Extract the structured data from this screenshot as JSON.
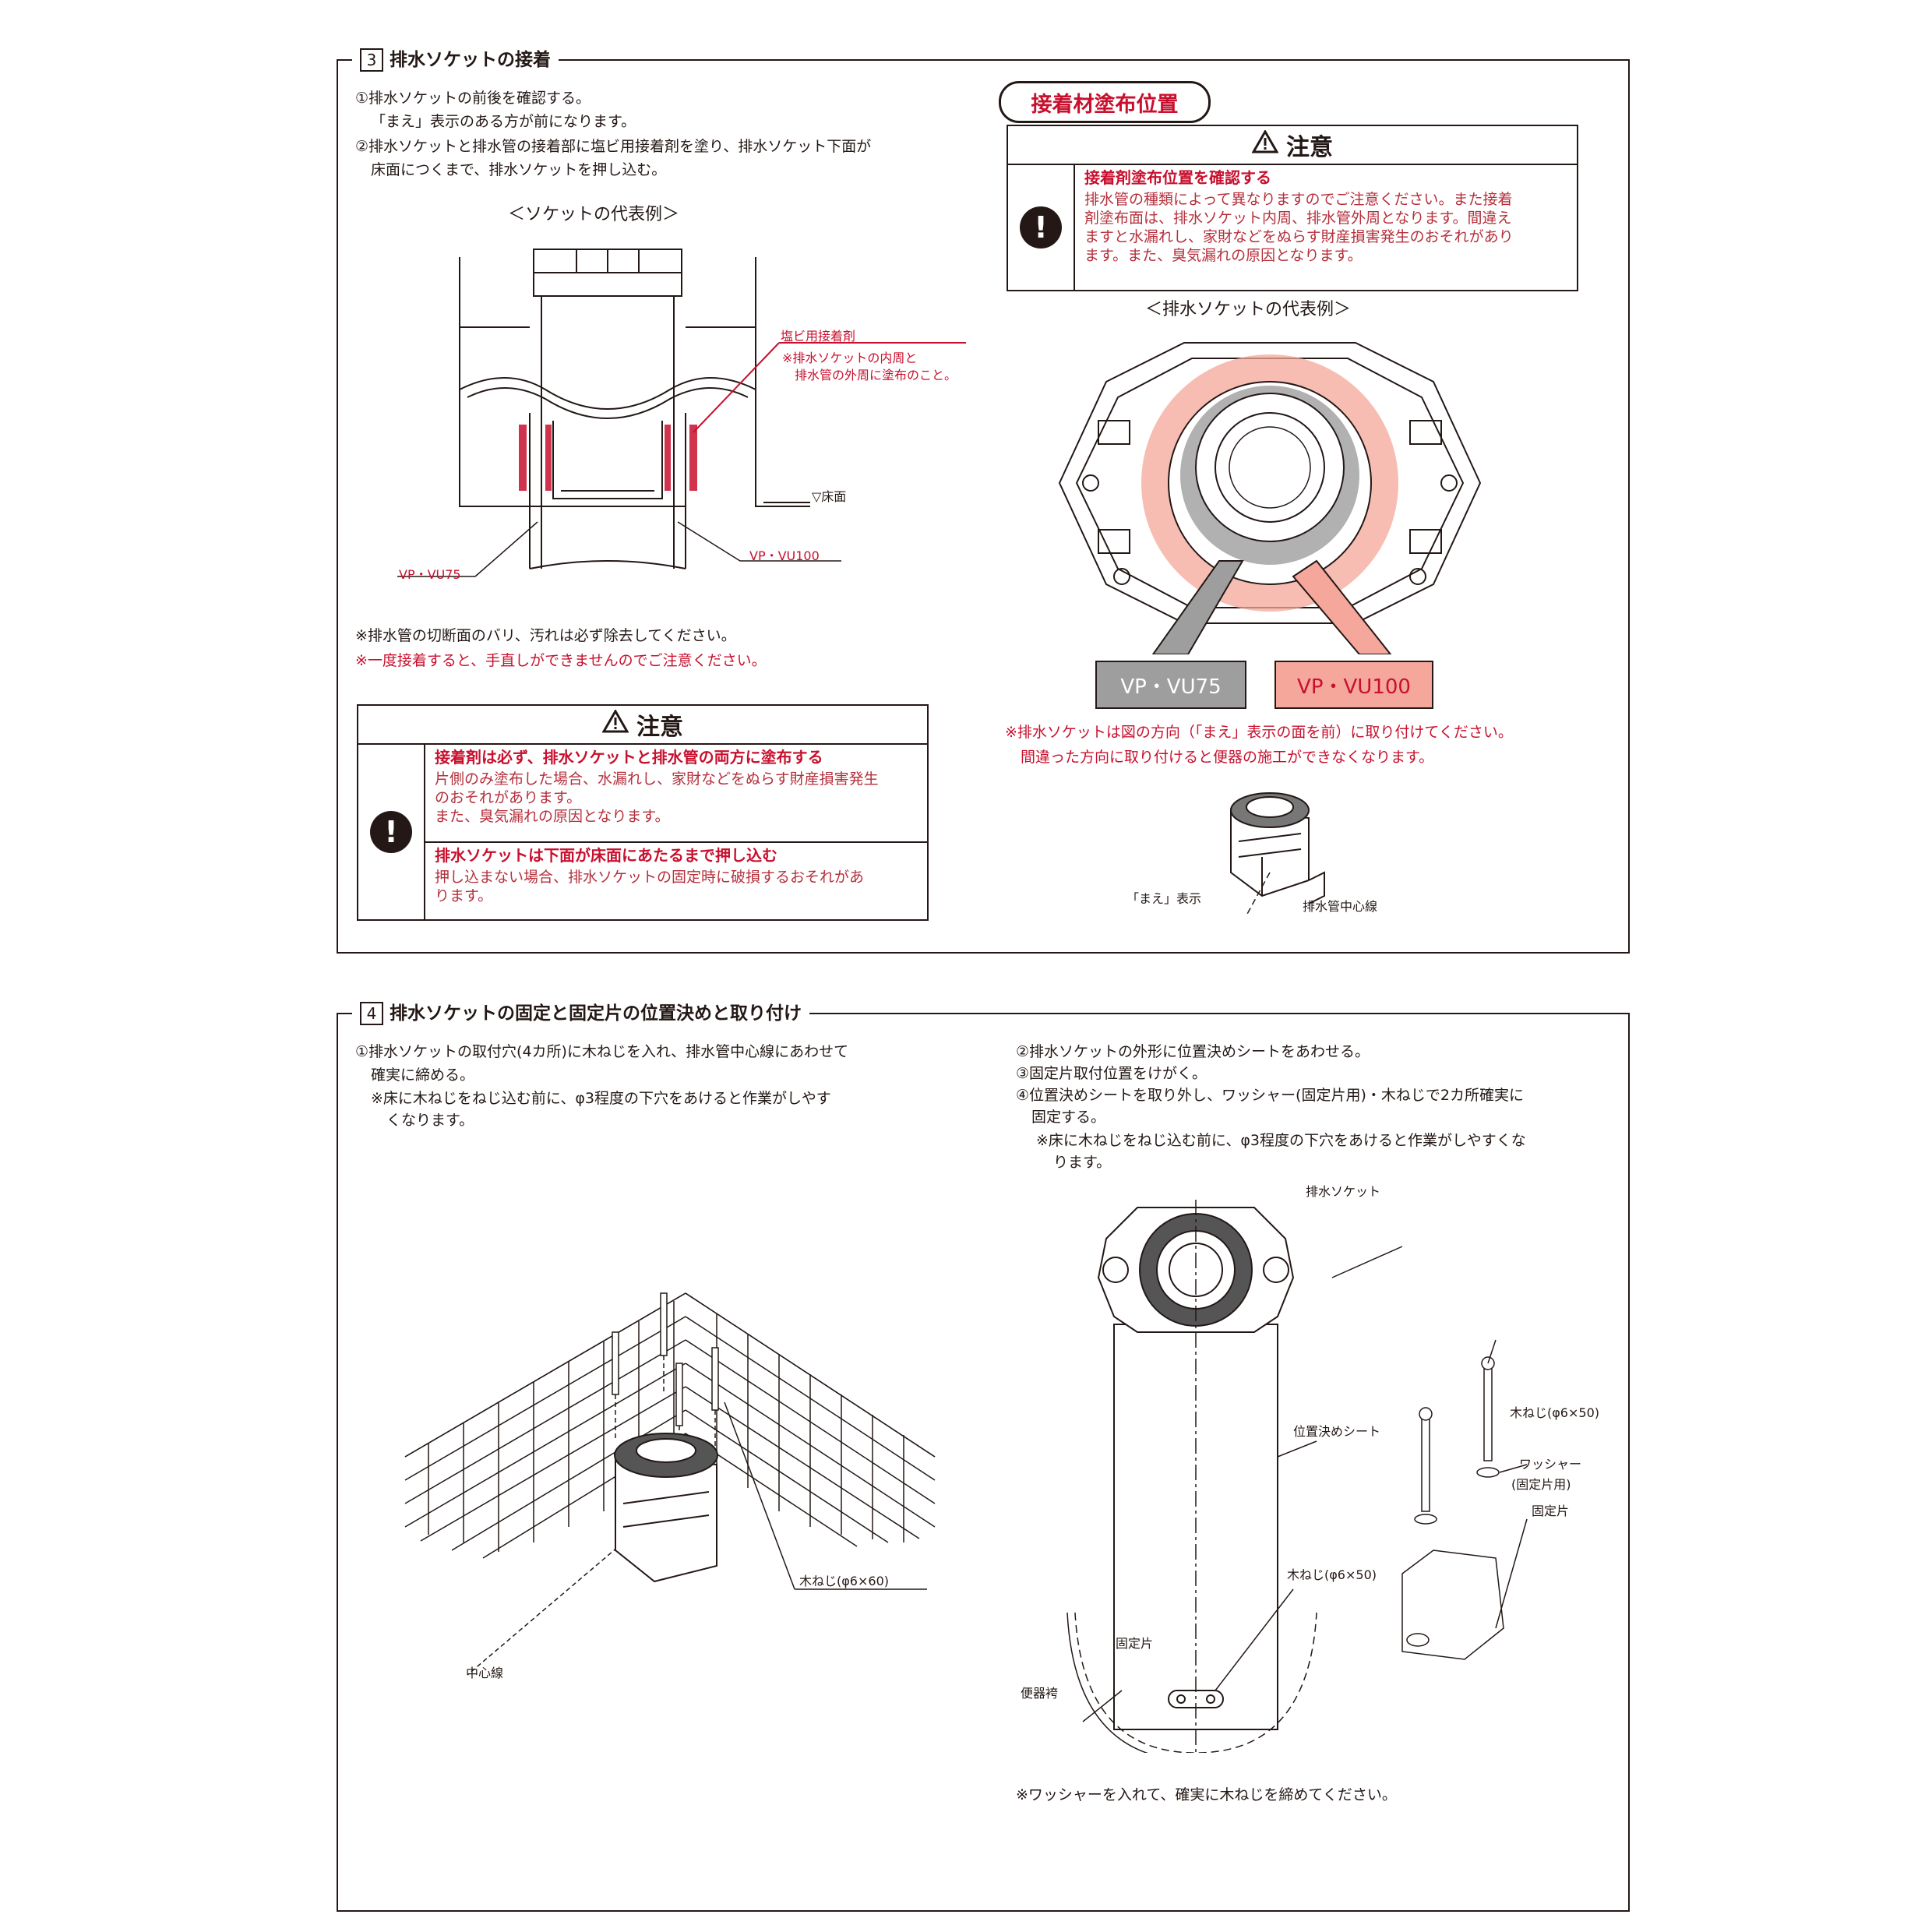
{
  "section3": {
    "num": "3",
    "title": "排水ソケットの接着",
    "steps": [
      "①排水ソケットの前後を確認する。",
      "「まえ」表示のある方が前になります。",
      "②排水ソケットと排水管の接着部に塩ビ用接着剤を塗り、排水ソケット下面が",
      "床面につくまで、排水ソケットを押し込む。"
    ],
    "fig1_caption": "＜ソケットの代表例＞",
    "fig1_labels": {
      "adhesive": "塩ビ用接着剤",
      "adhesive_note1": "※排水ソケットの内周と",
      "adhesive_note2": "排水管の外周に塗布のこと。",
      "floor": "▽床面",
      "vp75": "VP・VU75",
      "vp100": "VP・VU100"
    },
    "note1": "※排水管の切断面のバリ、汚れは必ず除去してください。",
    "note2": "※一度接着すると、手直しができませんのでご注意ください。",
    "caution": {
      "heading": "注意",
      "items": [
        {
          "title": "接着剤は必ず、排水ソケットと排水管の両方に塗布する",
          "desc": "片側のみ塗布した場合、水漏れし、家財などをぬらす財産損害発生\nのおそれがあります。\nまた、臭気漏れの原因となります。"
        },
        {
          "title": "排水ソケットは下面が床面にあたるまで押し込む",
          "desc": "押し込まない場合、排水ソケットの固定時に破損するおそれがあ\nります。"
        }
      ]
    },
    "right": {
      "pill": "接着材塗布位置",
      "caution": {
        "heading": "注意",
        "title": "接着剤塗布位置を確認する",
        "desc": "排水管の種類によって異なりますのでご注意ください。また接着\n剤塗布面は、排水ソケット内周、排水管外周となります。間違え\nますと水漏れし、家財などをぬらす財産損害発生のおそれがあり\nます。また、臭気漏れの原因となります。"
      },
      "fig2_caption": "＜排水ソケットの代表例＞",
      "tag75": "VP・VU75",
      "tag100": "VP・VU100",
      "note1": "※排水ソケットは図の方向（「まえ」表示の面を前）に取り付けてください。",
      "note2": "間違った方向に取り付けると便器の施工ができなくなります。",
      "label_mae": "「まえ」表示",
      "label_center": "排水管中心線"
    }
  },
  "section4": {
    "num": "4",
    "title": "排水ソケットの固定と固定片の位置決めと取り付け",
    "left_steps": [
      "①排水ソケットの取付穴(4カ所)に木ねじを入れ、排水管中心線にあわせて",
      "確実に締める。",
      "※床に木ねじをねじ込む前に、φ3程度の下穴をあけると作業がしやす",
      "くなります。"
    ],
    "left_labels": {
      "screw": "木ねじ(φ6×60)",
      "center": "中心線"
    },
    "right_steps": [
      "②排水ソケットの外形に位置決めシートをあわせる。",
      "③固定片取付位置をけがく。",
      "④位置決めシートを取り外し、ワッシャー(固定片用)・木ねじで2カ所確実に",
      "固定する。",
      "※床に木ねじをねじ込む前に、φ3程度の下穴をあけると作業がしやすくな",
      "ります。"
    ],
    "right_labels": {
      "socket": "排水ソケット",
      "sheet": "位置決めシート",
      "screw50a": "木ねじ(φ6×50)",
      "screw50b": "木ねじ(φ6×50)",
      "washer1": "ワッシャー",
      "washer2": "(固定片用)",
      "piece1": "固定片",
      "piece2": "固定片",
      "hakama": "便器袴"
    },
    "note": "※ワッシャーを入れて、確実に木ねじを締めてください。"
  },
  "colors": {
    "ink": "#231815",
    "red": "#c8102e",
    "salmon": "#f4a79a",
    "gray": "#9e9e9e"
  }
}
